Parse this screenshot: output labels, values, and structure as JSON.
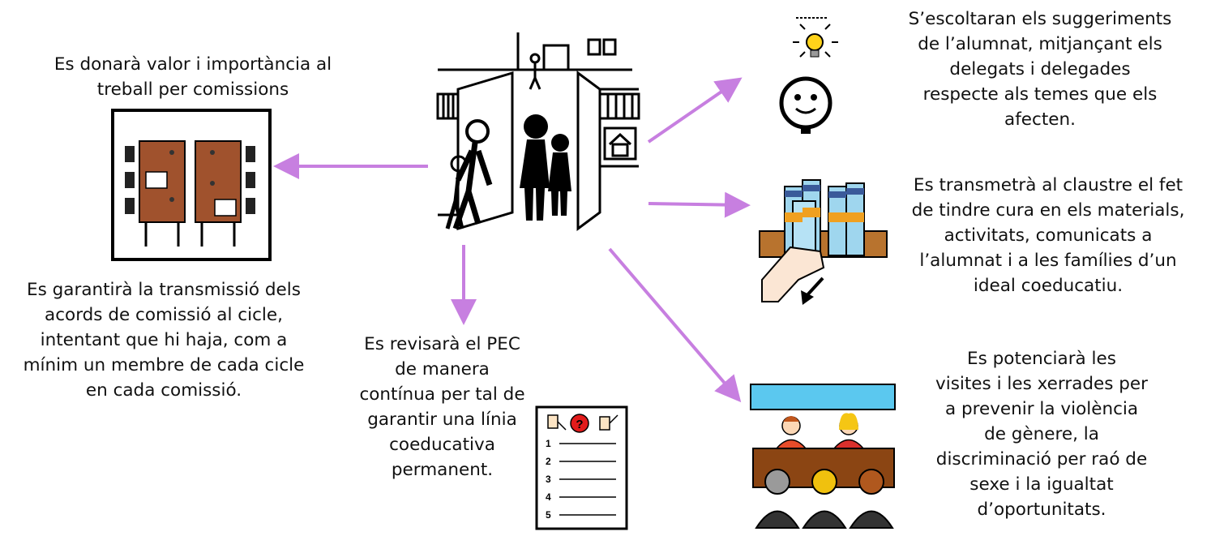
{
  "texts": {
    "commissions_value": "Es donarà valor i importància al treball per comissions",
    "commission_agreements": "Es garantirà la transmissió dels acords de comissió al cicle, intentant que hi haja, com a mínim un membre de cada cicle en cada comissió.",
    "pec_review": "Es revisarà el PEC de manera contínua per tal de garantir una línia coeducativa permanent.",
    "student_suggestions": "S’escoltaran els suggeriments de l’alumnat, mitjançant els delegats i delegades respecte als temes que els afecten.",
    "materials_care": "Es transmetrà al claustre el fet de tindre cura en els materials, activitats, comunicats a l’alumnat i a les famílies d’un ideal coeducatiu.",
    "talks_visits": "Es potenciarà les visites i les xerrades per a prevenir la violència de gènere, la discriminació per raó de sexe i la igualtat d’oportunitats."
  },
  "lines": {
    "left_top": [
      "Es donarà valor i importància al",
      "treball per comissions"
    ],
    "left_bottom": [
      "Es garantirà la transmissió dels",
      "acords de comissió al cicle,",
      "intentant que hi haja, com a",
      "mínim un membre de cada cicle",
      "en cada comissió."
    ],
    "center": [
      "Es revisarà el PEC",
      "de manera",
      "contínua per tal de",
      "garantir una línia",
      "coeducativa",
      "permanent."
    ],
    "right_1": [
      "S’escoltaran els suggeriments",
      "de l’alumnat, mitjançant els",
      "delegats i delegades",
      "respecte als temes que els",
      "afecten."
    ],
    "right_2": [
      "Es transmetrà al claustre el fet",
      "de tindre cura en els materials,",
      "activitats, comunicats a",
      "l’alumnat i a les famílies d’un",
      "ideal coeducatiu."
    ],
    "right_3": [
      "Es potenciarà les",
      "visites i les xerrades per",
      "a prevenir la violència",
      "de gènere, la",
      "discriminació per raó de",
      "sexe i la igualtat",
      "d’oportunitats."
    ]
  },
  "checklist_numbers": [
    "1",
    "2",
    "3",
    "4",
    "5"
  ],
  "colors": {
    "arrow": "#c77fe0",
    "table": "#a0522d",
    "banner": "#5bc8ef",
    "desk": "#8b4513"
  }
}
